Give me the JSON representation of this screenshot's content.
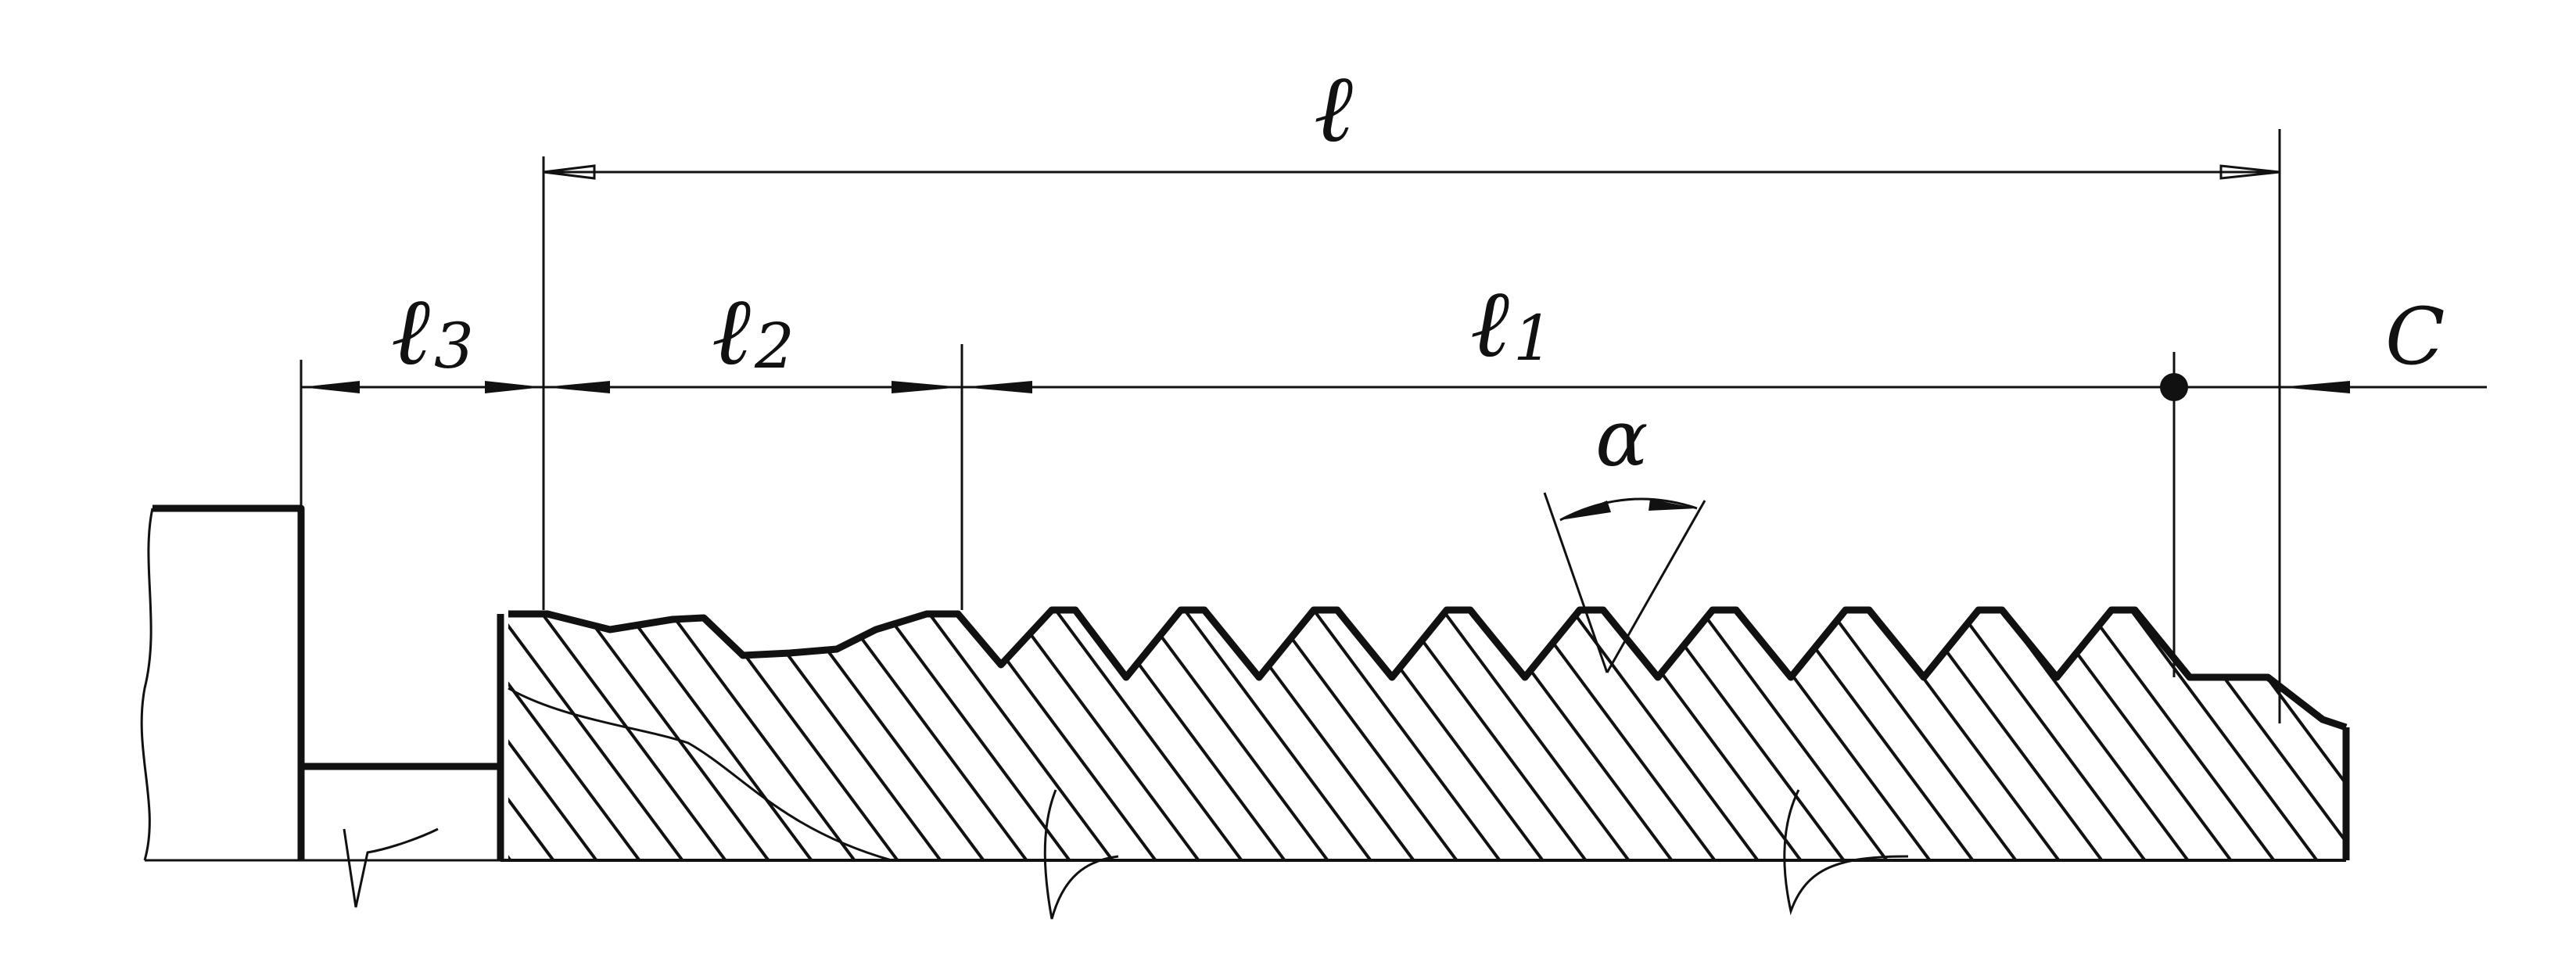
{
  "labels": {
    "total_length": "ℓ",
    "thread_length": "ℓ",
    "thread_length_sub": "1",
    "lead_length": "ℓ",
    "lead_length_sub": "2",
    "relief_length": "ℓ",
    "relief_length_sub": "3",
    "chamfer": "C",
    "angle": "α"
  },
  "colors": {
    "ink": "#111111",
    "paper": "#ffffff"
  }
}
